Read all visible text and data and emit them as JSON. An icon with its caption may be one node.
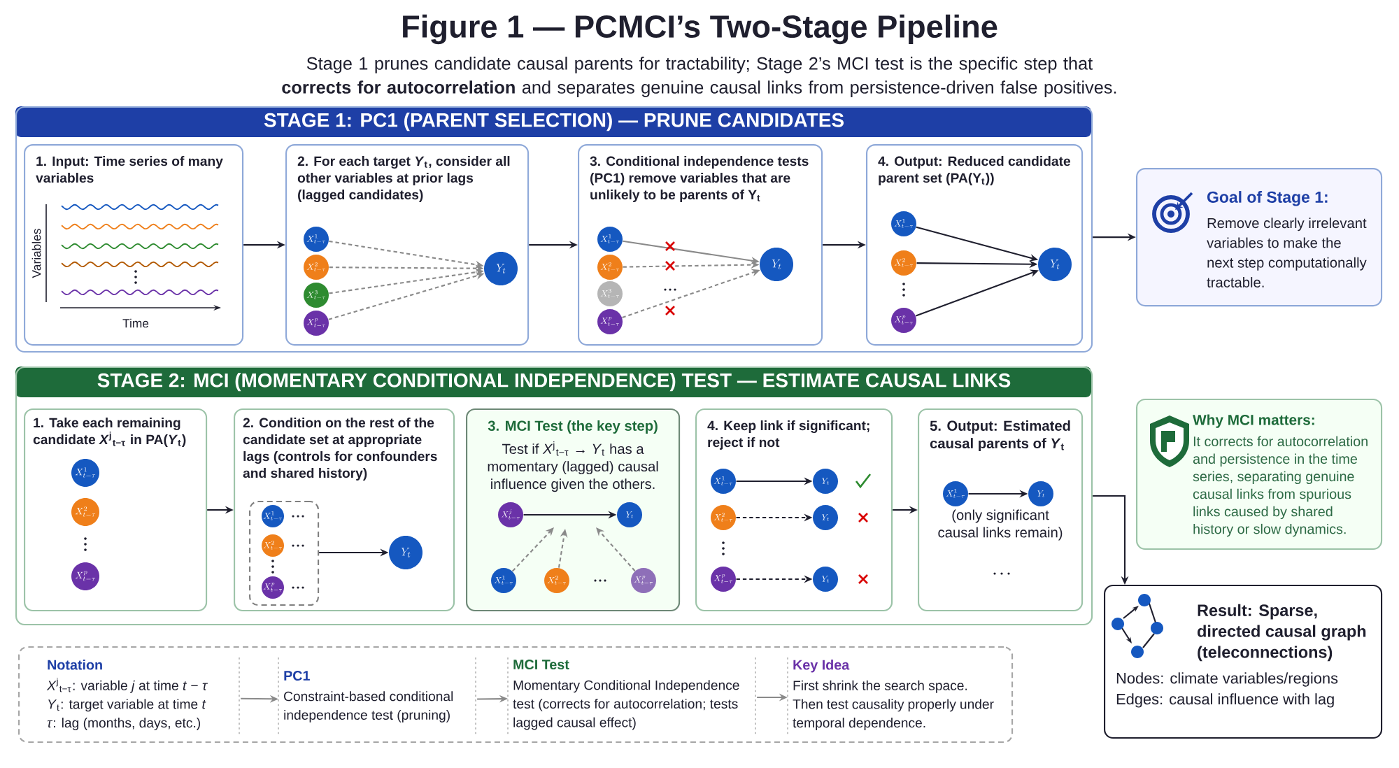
{
  "diagram": {
    "title": "Figure 1 — PCMCI’s Two-Stage Pipeline",
    "caption": "Stage 1 prunes candidate causal parents for tractability; Stage 2’s MCI test is the specific step that **corrects for autocorrelation** and separates genuine causal links from persistence-driven false positives.",
    "nodes": [
      {
        "text": [
          "STAGE 1: PC1 (PARENT SELECTION) — PRUNE CANDIDATES"
        ]
      },
      {
        "text": [
          "1. Input: Time series of many variables"
        ],
        "in": 0
      },
      {
        "text": [
          "2. For each target *Y*$_{t}$, consider all other variables at prior lags (lagged candidates)"
        ],
        "in": 0
      },
      {
        "text": [
          "X^{1}_{t-\\tau}"
        ],
        "in": 2
      },
      {
        "text": [
          "X^{2}_{t-\\tau}"
        ],
        "in": 2
      },
      {
        "text": [
          "X^{3}_{t-\\tau}"
        ],
        "in": 2
      },
      {
        "text": [
          "X^{p}_{t-\\tau}"
        ],
        "in": 2
      },
      {
        "text": [
          "Y_{t}"
        ],
        "in": 2
      },
      {
        "text": [
          "3. Conditional independence tests (PC1) remove variables that are unlikely to be parents of Y$_{t}$"
        ],
        "in": 0
      },
      {
        "text": [
          "X^{1}_{t-\\tau}"
        ],
        "in": 8
      },
      {
        "text": [
          "X^{2}_{t-\\tau}"
        ],
        "in": 8
      },
      {
        "text": [
          "X^{3}_{t-\\tau}"
        ],
        "in": 8
      },
      {
        "text": [
          "X^{p}_{t-\\tau}"
        ],
        "in": 8
      },
      {
        "text": [
          "Y_{t}"
        ],
        "in": 8
      },
      {
        "text": [
          "4. Output: Reduced candidate parent set (PA(Y$_{t}$))"
        ],
        "in": 0
      },
      {
        "text": [
          "X^{1}_{t-\\tau}"
        ],
        "in": 14
      },
      {
        "text": [
          "X^{2}_{t-\\tau}"
        ],
        "in": 14
      },
      {
        "text": [
          "X^{p}_{t-\\tau}"
        ],
        "in": 14
      },
      {
        "text": [
          "Y_{t}"
        ],
        "in": 14
      },
      {
        "text": [
          "Goal of Stage 1:",
          "Remove clearly irrelevant variables to make the next step computationally tractable."
        ]
      },
      {
        "text": [
          "STAGE 2: MCI (MOMENTARY CONDITIONAL INDEPENDENCE) TEST — ESTIMATE CAUSAL LINKS"
        ]
      },
      {
        "text": [
          "1. Take each remaining candidate *X*$^{j}$$_{t−τ}$ in PA(*Y*$_{t}$)"
        ],
        "in": 20
      },
      {
        "text": [
          "X^{1}_{t-\\tau}"
        ],
        "in": 21
      },
      {
        "text": [
          "X^{2}_{t-\\tau}"
        ],
        "in": 21
      },
      {
        "text": [
          "X^{p}_{t-\\tau}"
        ],
        "in": 21
      },
      {
        "text": [
          "2. Condition on the rest of the candidate set at appropriate lags (controls for confounders and shared history)"
        ],
        "in": 20
      },
      {
        "text": [],
        "shape": "box",
        "in": 25
      },
      {
        "text": [
          "X^{1}_{t-\\tau}"
        ],
        "in": 26
      },
      {
        "text": [
          "X^{2}_{t-\\tau}"
        ],
        "in": 26
      },
      {
        "text": [
          "X^{p}_{t-\\tau}"
        ],
        "in": 26
      },
      {
        "text": [
          "Y_{t}"
        ],
        "in": 25
      },
      {
        "text": [
          "3. MCI Test (the key step)",
          "Test if *X*$^{j}$$_{t−τ}$ → *Y*$_{t}$ has a momentary (lagged) causal influence given the others."
        ],
        "in": 20
      },
      {
        "text": [
          "X^{j}_{t-\\tau}"
        ],
        "in": 31
      },
      {
        "text": [
          "Y_{t}"
        ],
        "in": 31
      },
      {
        "text": [
          "X^{1}_{t-\\tau}"
        ],
        "in": 31
      },
      {
        "text": [
          "X^{2}_{t-\\tau}"
        ],
        "in": 31
      },
      {
        "text": [
          "X^{p}_{t-\\tau}"
        ],
        "in": 31
      },
      {
        "text": [
          "4. Keep link if significant; reject if not"
        ],
        "in": 20
      },
      {
        "text": [
          "X^{1}_{t-\\tau}"
        ],
        "in": 37
      },
      {
        "text": [
          "Y_{t}"
        ],
        "in": 37
      },
      {
        "text": [
          "X^{2}_{t-\\tau}"
        ],
        "in": 37
      },
      {
        "text": [
          "Y_{t}"
        ],
        "in": 37
      },
      {
        "text": [
          "X^{p}_{t-\\tau}"
        ],
        "in": 37
      },
      {
        "text": [
          "Y_{t}"
        ],
        "in": 37
      },
      {
        "text": [
          "5. Output: Estimated causal parents of *Y*$_{t}$",
          "(only significant causal links remain)"
        ],
        "in": 20
      },
      {
        "text": [
          "X^{1}_{t-\\tau}"
        ],
        "in": 44
      },
      {
        "text": [
          "Y_{t}"
        ],
        "in": 44
      },
      {
        "text": [
          "Why MCI matters:",
          "It corrects for autocorrelation and persistence in the time series, separating genuine causal links from spurious links caused by shared history or slow dynamics."
        ]
      },
      {
        "text": [
          "Result: Sparse, directed causal graph (teleconnections)",
          "Nodes: climate variables/regions",
          "Edges: causal influence with lag"
        ]
      },
      {
        "text": [],
        "shape": "box"
      },
      {
        "text": [
          "Notation",
          "*X*$^{j}$$_{t−τ}$: variable *j* at time *t* − *τ*",
          "*Y*$_{t}$: target variable at time *t*",
          "*τ*: lag (months, days, etc.)"
        ],
        "in": 49
      },
      {
        "text": [
          "PC1",
          "Constraint-based conditional independence test (pruning)"
        ],
        "in": 49
      },
      {
        "text": [
          "MCI Test",
          "Momentary Conditional Independence test (corrects for autocorrelation; tests lagged causal effect)"
        ],
        "in": 49
      },
      {
        "text": [
          "Key Idea",
          "First shrink the search space. Then test causality properly under temporal dependence."
        ],
        "in": 49
      }
    ],
    "edges": [
      {
        "from": 1,
        "to": 2,
        "arrow": "to"
      },
      {
        "from": 2,
        "to": 8,
        "arrow": "to"
      },
      {
        "from": 8,
        "to": 14,
        "arrow": "to"
      },
      {
        "from": 0,
        "to": 19,
        "arrow": "to"
      },
      {
        "from": 3,
        "to": 7,
        "arrow": "to",
        "style": "dashed",
        "color": "#8a8a8a"
      },
      {
        "from": 4,
        "to": 7,
        "arrow": "to",
        "style": "dashed",
        "color": "#8a8a8a"
      },
      {
        "from": 5,
        "to": 7,
        "arrow": "to",
        "style": "dashed",
        "color": "#8a8a8a"
      },
      {
        "from": 6,
        "to": 7,
        "arrow": "to",
        "style": "dashed",
        "color": "#8a8a8a"
      },
      {
        "from": 9,
        "to": 13,
        "arrow": "to",
        "color": "#8a8a8a"
      },
      {
        "from": 10,
        "to": 13,
        "arrow": "to",
        "style": "dashed",
        "color": "#8a8a8a"
      },
      {
        "from": 12,
        "to": 13,
        "arrow": "to",
        "style": "dashed",
        "color": "#8a8a8a"
      },
      {
        "from": 15,
        "to": 18,
        "arrow": "to"
      },
      {
        "from": 16,
        "to": 18,
        "arrow": "to"
      },
      {
        "from": 17,
        "to": 18,
        "arrow": "to"
      },
      {
        "from": 21,
        "to": 25,
        "arrow": "to"
      },
      {
        "from": 37,
        "to": 44,
        "arrow": "to"
      },
      {
        "from": 20,
        "to": 48,
        "arrow": "to"
      },
      {
        "from": 26,
        "to": 30,
        "arrow": "to"
      },
      {
        "from": 32,
        "to": 33,
        "arrow": "to"
      },
      {
        "from": 34,
        "to": null,
        "arrow": "to",
        "style": "dashed",
        "color": "#8a8a8a"
      },
      {
        "from": 35,
        "to": null,
        "arrow": "to",
        "style": "dashed",
        "color": "#8a8a8a"
      },
      {
        "from": 36,
        "to": null,
        "arrow": "to",
        "style": "dashed",
        "color": "#8a8a8a"
      },
      {
        "from": 38,
        "to": 39,
        "arrow": "to"
      },
      {
        "from": 40,
        "to": 41,
        "arrow": "to",
        "style": "dashed"
      },
      {
        "from": 42,
        "to": 43,
        "arrow": "to",
        "style": "dashed"
      },
      {
        "from": 45,
        "to": 46,
        "arrow": "to"
      },
      {
        "from": 50,
        "to": 51,
        "arrow": "to",
        "color": "#8a8a8a"
      },
      {
        "from": 51,
        "to": 52,
        "arrow": "to",
        "color": "#8a8a8a"
      },
      {
        "from": 52,
        "to": 53,
        "arrow": "to",
        "color": "#8a8a8a"
      }
    ],
    "labels": [
      "Variables",
      "Time"
    ]
  }
}
